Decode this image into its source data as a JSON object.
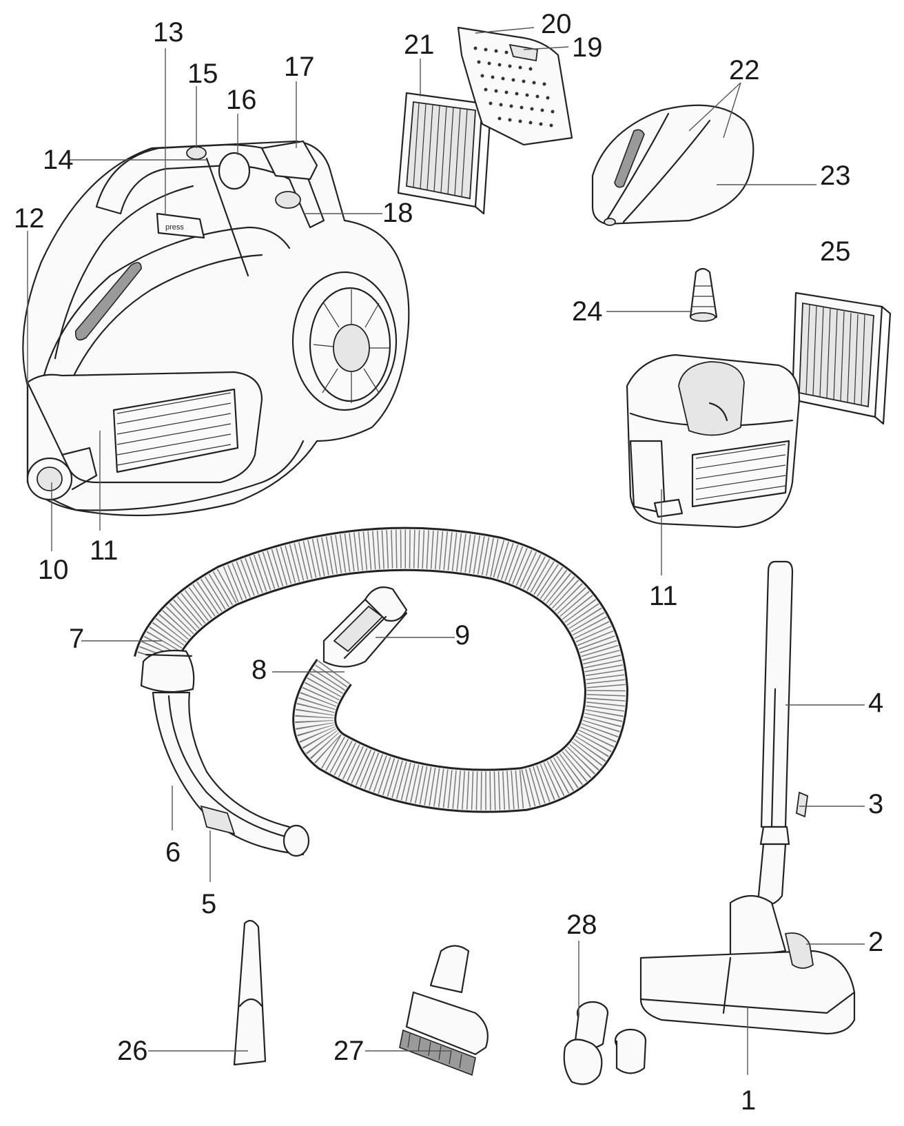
{
  "labels": {
    "l1": "1",
    "l2": "2",
    "l3": "3",
    "l4": "4",
    "l5": "5",
    "l6": "6",
    "l7": "7",
    "l8": "8",
    "l9": "9",
    "l10": "10",
    "l11a": "11",
    "l11b": "11",
    "l12": "12",
    "l13": "13",
    "l14": "14",
    "l15": "15",
    "l16": "16",
    "l17": "17",
    "l18": "18",
    "l19": "19",
    "l20": "20",
    "l21": "21",
    "l22": "22",
    "l23": "23",
    "l24": "24",
    "l25": "25",
    "l26": "26",
    "l27": "27",
    "l28": "28"
  },
  "button_text": "press"
}
